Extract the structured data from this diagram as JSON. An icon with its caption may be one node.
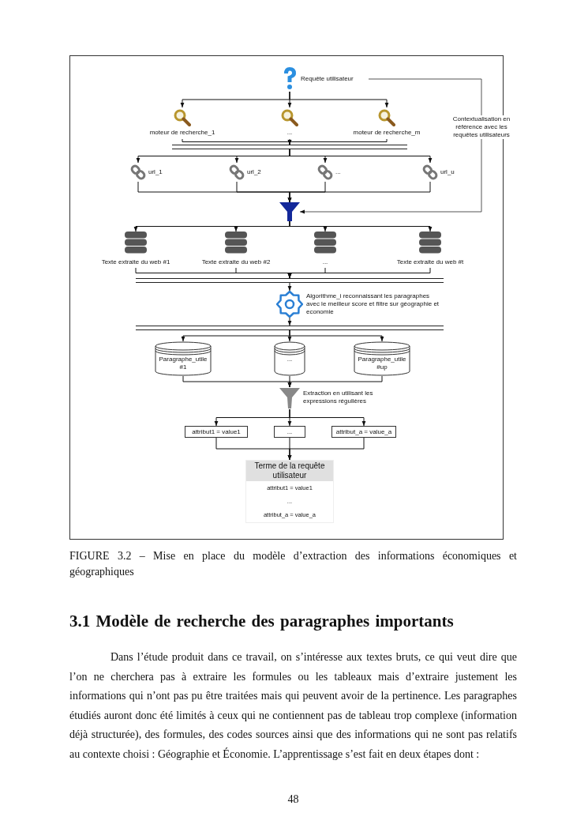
{
  "diagram": {
    "caption": "FIGURE 3.2 – Mise en place du modèle d’extraction des informations économiques et géographiques",
    "nodes": [
      {
        "text": [
          "Requête utilisateur"
        ]
      },
      {
        "text": [
          "moteur de recherche_1"
        ]
      },
      {
        "text": [
          "..."
        ]
      },
      {
        "text": [
          "moteur de recherche_m"
        ]
      },
      {
        "text": [],
        "shape": "bar"
      },
      {
        "text": [
          "url_1"
        ]
      },
      {
        "text": [
          "url_2"
        ]
      },
      {
        "text": [
          "..."
        ]
      },
      {
        "text": [
          "url_u"
        ]
      },
      {
        "text": [],
        "shape": "funnel"
      },
      {
        "text": [
          "Texte extraite du web #1"
        ]
      },
      {
        "text": [
          "Texte extraite du web #2"
        ]
      },
      {
        "text": [
          "..."
        ]
      },
      {
        "text": [
          "Texte extraite du web #t"
        ]
      },
      {
        "text": [],
        "shape": "bar"
      },
      {
        "text": [
          "Algorithme_i reconnaissant les paragraphes avec le meilleur score et filtre sur géographie et economie"
        ]
      },
      {
        "text": [],
        "shape": "bar"
      },
      {
        "text": [
          "Paragraphe_utile #1"
        ]
      },
      {
        "text": [
          "..."
        ]
      },
      {
        "text": [
          "Paragraphe_utile #up"
        ]
      },
      {
        "text": [
          "Extraction en utilisant les expressions régulières"
        ]
      },
      {
        "text": [
          "attribut1 = value1"
        ]
      },
      {
        "text": [
          "..."
        ]
      },
      {
        "text": [
          "attribut_a = value_a"
        ]
      },
      {
        "text": [
          "Terme de la requête utilisateur",
          "attribut1 = value1",
          "...",
          "attribut_a = value_a"
        ]
      }
    ],
    "edges": [
      {
        "from": 0,
        "to": 1,
        "arrow": "to"
      },
      {
        "from": 0,
        "to": 2,
        "arrow": "to"
      },
      {
        "from": 0,
        "to": 3,
        "arrow": "to"
      },
      {
        "from": 1,
        "to": 4,
        "arrow": "to"
      },
      {
        "from": 2,
        "to": 4,
        "arrow": "to"
      },
      {
        "from": 3,
        "to": 4,
        "arrow": "to"
      },
      {
        "from": 4,
        "to": 5,
        "arrow": "to"
      },
      {
        "from": 4,
        "to": 6,
        "arrow": "to"
      },
      {
        "from": 4,
        "to": 7,
        "arrow": "to"
      },
      {
        "from": 4,
        "to": 8,
        "arrow": "to"
      },
      {
        "from": 5,
        "to": 9,
        "arrow": "to"
      },
      {
        "from": 6,
        "to": 9,
        "arrow": "to"
      },
      {
        "from": 7,
        "to": 9,
        "arrow": "to"
      },
      {
        "from": 8,
        "to": 9,
        "arrow": "to"
      },
      {
        "from": 0,
        "to": 9,
        "arrow": "to",
        "label": "Contextualisation en référence avec les requêtes utilisateurs"
      },
      {
        "from": 9,
        "to": 10,
        "arrow": "to"
      },
      {
        "from": 9,
        "to": 11,
        "arrow": "to"
      },
      {
        "from": 9,
        "to": 12,
        "arrow": "to"
      },
      {
        "from": 9,
        "to": 13,
        "arrow": "to"
      },
      {
        "from": 10,
        "to": 14,
        "arrow": "to"
      },
      {
        "from": 11,
        "to": 14,
        "arrow": "to"
      },
      {
        "from": 12,
        "to": 14,
        "arrow": "to"
      },
      {
        "from": 13,
        "to": 14,
        "arrow": "to"
      },
      {
        "from": 14,
        "to": 15,
        "arrow": "to"
      },
      {
        "from": 15,
        "to": 16,
        "arrow": "to"
      },
      {
        "from": 16,
        "to": 17,
        "arrow": "to"
      },
      {
        "from": 16,
        "to": 18,
        "arrow": "to"
      },
      {
        "from": 16,
        "to": 19,
        "arrow": "to"
      },
      {
        "from": 17,
        "to": 20,
        "arrow": "to"
      },
      {
        "from": 18,
        "to": 20,
        "arrow": "to"
      },
      {
        "from": 19,
        "to": 20,
        "arrow": "to"
      },
      {
        "from": 20,
        "to": 21,
        "arrow": "to"
      },
      {
        "from": 20,
        "to": 22,
        "arrow": "to"
      },
      {
        "from": 20,
        "to": 23,
        "arrow": "to"
      },
      {
        "from": 21,
        "to": 24,
        "arrow": "to"
      },
      {
        "from": 22,
        "to": 24,
        "arrow": "to"
      },
      {
        "from": 23,
        "to": 24,
        "arrow": "to"
      }
    ],
    "labels": [
      "3.1 Modèle de recherche des paragraphes importants",
      "Dans l’étude produit dans ce travail, on s’intéresse aux textes bruts, ce qui veut dire que l’on ne cherchera pas à extraire les formules ou les tableaux mais d’extraire justement les informations qui n’ont pas pu être traitées mais qui peuvent avoir de la pertinence. Les paragraphes étudiés auront donc été limités à ceux qui ne contiennent pas de tableau trop complexe (information déjà structurée), des formules, des codes sources ainsi que des informations qui ne sont pas relatifs au contexte choisi : Géographie et Économie. L’apprentissage s’est fait en deux étapes dont :",
      "48"
    ]
  }
}
